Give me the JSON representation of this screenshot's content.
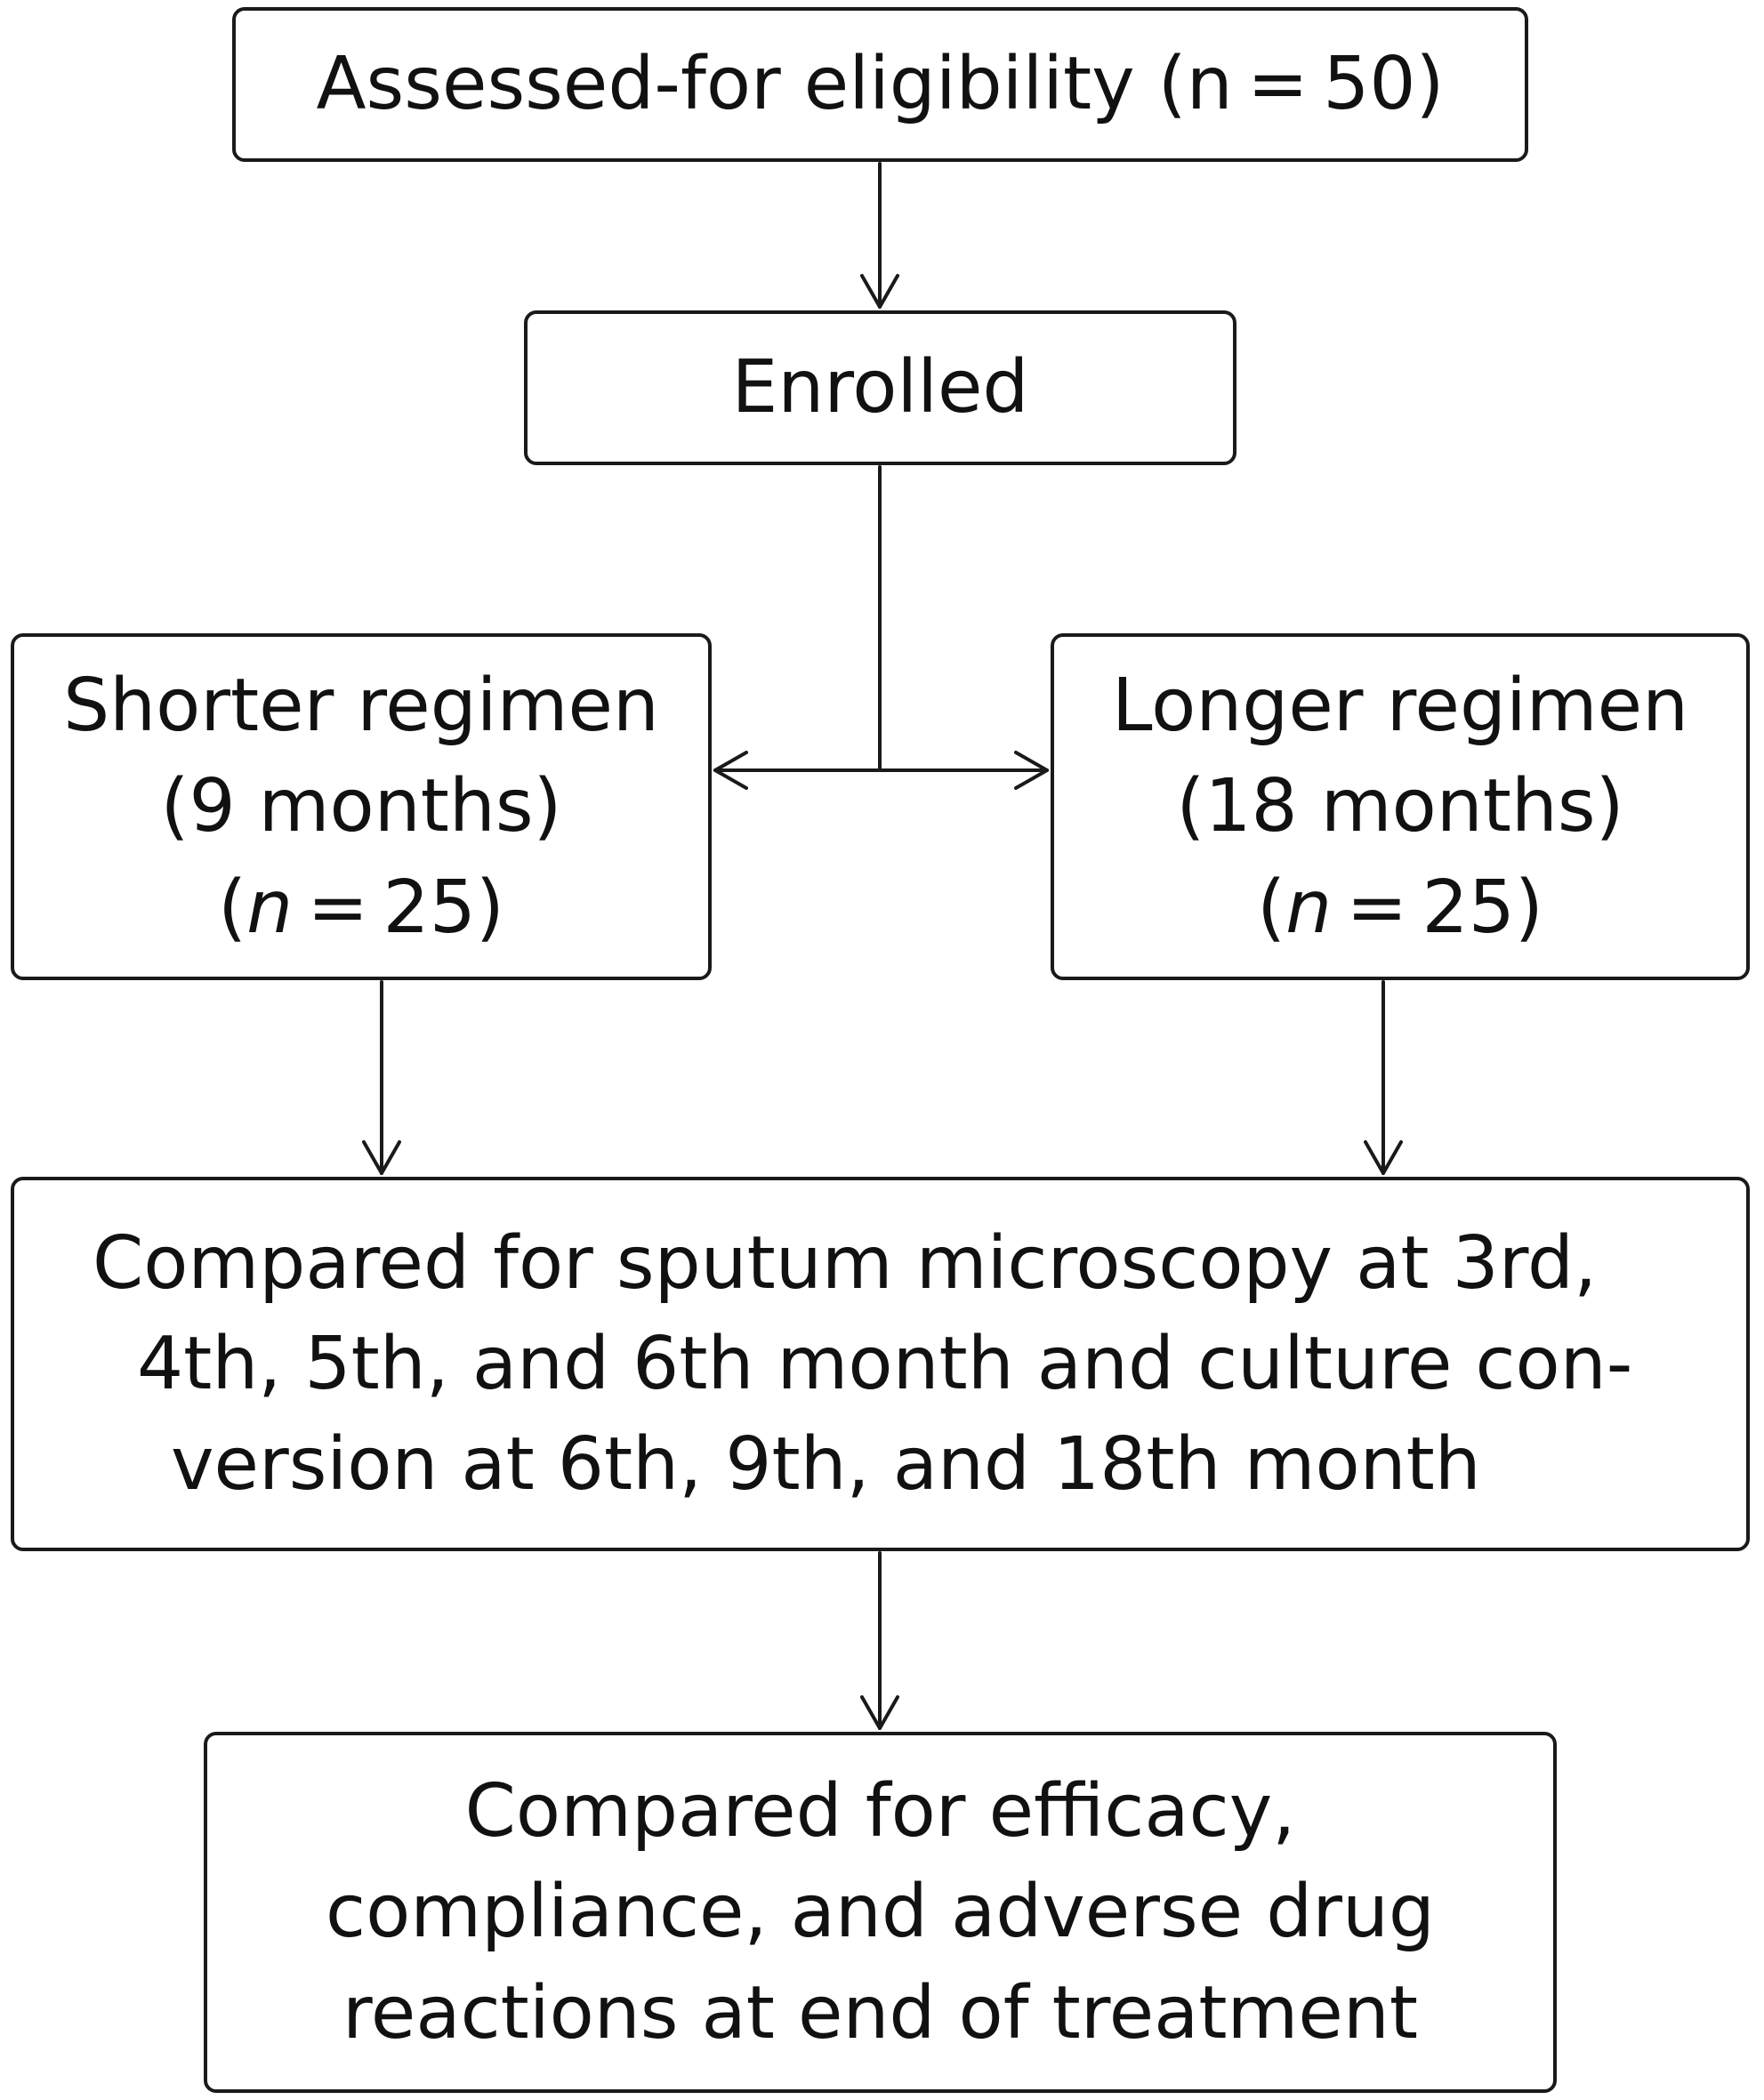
{
  "diagram": {
    "nodes": {
      "assessed": {
        "lines": [
          "Assessed-for eligibility (n = 50)"
        ]
      },
      "enrolled": {
        "lines": [
          "Enrolled"
        ]
      },
      "shorter": {
        "lines": [
          "Shorter regimen",
          "(9 months)",
          "(n = 25)"
        ]
      },
      "longer": {
        "lines": [
          "Longer regimen",
          "(18 months)",
          "(n = 25)"
        ]
      },
      "compared": {
        "lines": [
          "Compared for sputum microscopy at 3rd,",
          "4th, 5th, and 6th month and culture con-",
          "version at 6th, 9th, and 18th month"
        ]
      },
      "outcomes": {
        "lines": [
          "Compared for efficacy,",
          "compliance, and adverse drug",
          "reactions at end of treatment"
        ]
      }
    },
    "edges": [
      {
        "from": "assessed",
        "to": "enrolled"
      },
      {
        "from": "enrolled",
        "to": "shorter"
      },
      {
        "from": "enrolled",
        "to": "longer"
      },
      {
        "from": "shorter",
        "to": "compared"
      },
      {
        "from": "longer",
        "to": "compared"
      },
      {
        "from": "compared",
        "to": "outcomes"
      }
    ]
  }
}
